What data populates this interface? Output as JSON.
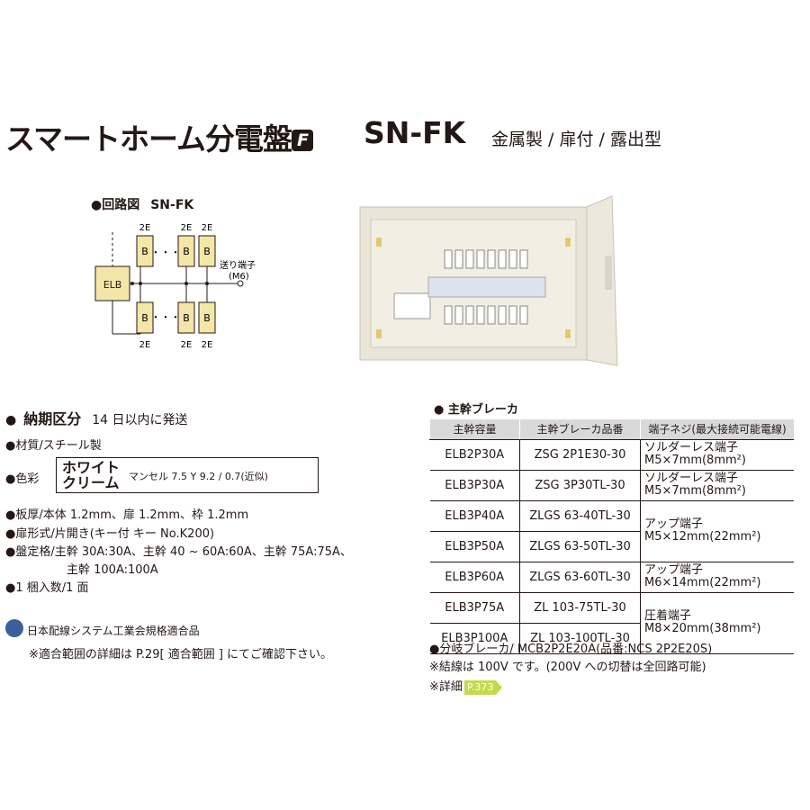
{
  "header": {
    "title": "スマートホーム分電盤",
    "badge": "F",
    "model": "SN-FK",
    "subtitle": "金属製 / 扉付 / 露出型"
  },
  "circuit": {
    "label": "●回路図",
    "model": "SN-FK",
    "elb": "ELB",
    "breaker": "B",
    "pole": "2E",
    "dots": "・・・",
    "terminal": "送り端子",
    "terminal_size": "(M6)"
  },
  "delivery": {
    "label": "納期区分",
    "value": "14 日以内に発送"
  },
  "specs": {
    "material": "●材質/スチール製",
    "color_label": "●色彩",
    "color_name_1": "ホワイト",
    "color_name_2": "クリーム",
    "color_desc": "マンセル 7.5 Y 9.2 / 0.7(近似)",
    "thickness": "●板厚/本体 1.2mm、扉 1.2mm、枠 1.2mm",
    "door": "●扉形式/片開き(キー付 キー No.K200)",
    "rating_1": "●盤定格/主幹 30A:30A、主幹 40 ~ 60A:60A、主幹 75A:75A、",
    "rating_2": "主幹 100A:100A",
    "quantity": "●1 梱入数/1 面"
  },
  "cert": {
    "text": "日本配線システム工業会規格適合品",
    "note": "※適合範囲の詳細は P.29[ 適合範囲 ] にてご確認下さい。"
  },
  "breakers": {
    "heading": "● 主幹ブレーカ",
    "columns": [
      "主幹容量",
      "主幹ブレーカ品番",
      "端子ネジ(最大接続可能電線)"
    ],
    "rows": [
      {
        "capacity": "ELB2P30A",
        "part": "ZSG 2P1E30-30",
        "terminal": "ソルダーレス端子",
        "terminal_size": "M5×7mm(8mm²)"
      },
      {
        "capacity": "ELB3P30A",
        "part": "ZSG 3P30TL-30",
        "terminal": "ソルダーレス端子",
        "terminal_size": "M5×7mm(8mm²)"
      },
      {
        "capacity": "ELB3P40A",
        "part": "ZLGS 63-40TL-30",
        "terminal": "アップ端子",
        "terminal_size": "M5×12mm(22mm²)"
      },
      {
        "capacity": "ELB3P50A",
        "part": "ZLGS 63-50TL-30",
        "terminal": "",
        "terminal_size": ""
      },
      {
        "capacity": "ELB3P60A",
        "part": "ZLGS 63-60TL-30",
        "terminal": "アップ端子",
        "terminal_size": "M6×14mm(22mm²)"
      },
      {
        "capacity": "ELB3P75A",
        "part": "ZL 103-75TL-30",
        "terminal": "圧着端子",
        "terminal_size": "M8×20mm(38mm²)"
      },
      {
        "capacity": "ELB3P100A",
        "part": "ZL 103-100TL-30",
        "terminal": "",
        "terminal_size": ""
      }
    ]
  },
  "footnotes": {
    "branch": "●分岐ブレーカ/ MCB2P2E20A(品番:NCS 2P2E20S)",
    "wiring": "※結線は 100V です。(200V への切替は全回路可能)",
    "detail_label": "※詳細",
    "detail_page": "P.373"
  },
  "colors": {
    "text": "#231815",
    "header_row": "#d9d9d9",
    "panel": "#e9e6d8",
    "breaker_fill": "#f4e6a6",
    "page_ref": "#c4d94e",
    "cert_icon": "#3b5f9c"
  }
}
